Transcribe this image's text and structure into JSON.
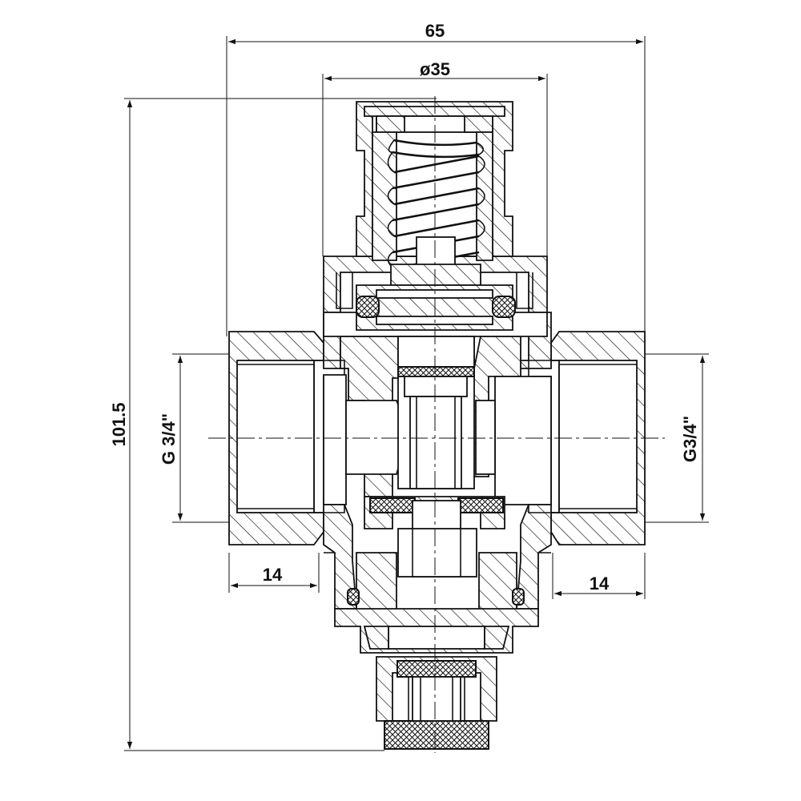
{
  "dimensions": {
    "overall_width": "65",
    "cap_diameter": "ø35",
    "overall_height": "101.5",
    "left_thread": "G 3/4\"",
    "right_thread": "G3/4\"",
    "left_thread_depth": "14",
    "right_thread_depth": "14"
  },
  "colors": {
    "line": "#111111",
    "background": "#ffffff"
  }
}
